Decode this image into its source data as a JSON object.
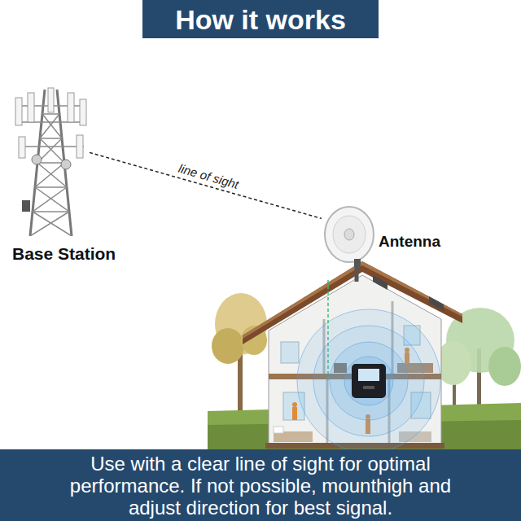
{
  "diagram": {
    "title": "How it works",
    "caption": "Use with a clear line of sight for optimal performance. If not possible, mounthigh and adjust direction for best signal.",
    "nodes": [
      {
        "text": [
          "Base Station"
        ]
      },
      {
        "text": [
          "Antenna"
        ]
      }
    ],
    "edges": [
      {
        "from": 0,
        "to": 1,
        "arrow": "none",
        "label": "line of sight"
      }
    ]
  }
}
